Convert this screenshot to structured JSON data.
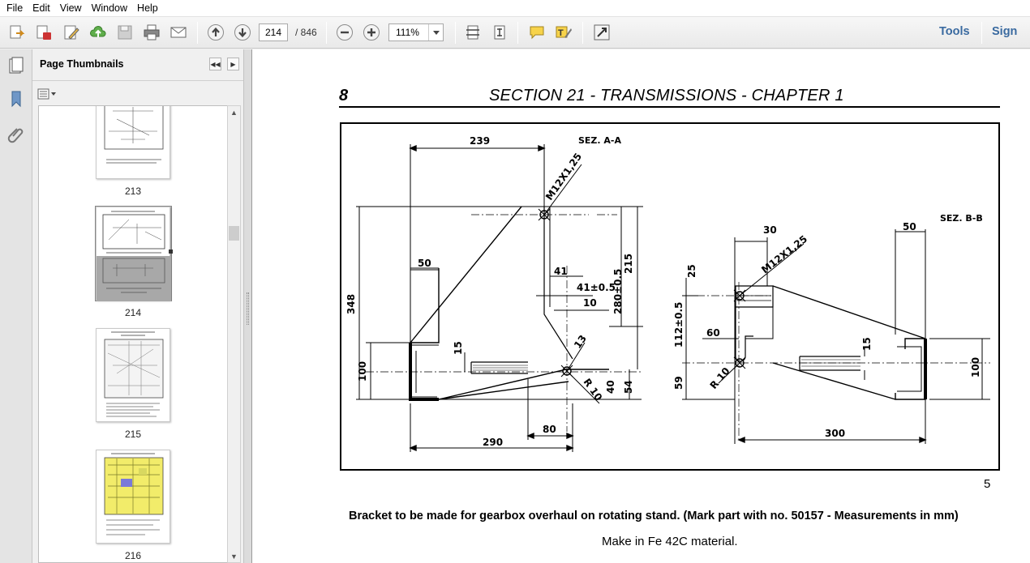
{
  "menu": [
    "File",
    "Edit",
    "View",
    "Window",
    "Help"
  ],
  "toolbar": {
    "page_current": "214",
    "page_total": "/ 846",
    "zoom": "111%",
    "tools_label": "Tools",
    "sign_label": "Sign"
  },
  "panel": {
    "title": "Page Thumbnails",
    "thumbnails": [
      {
        "label": "213"
      },
      {
        "label": "214",
        "selected": true
      },
      {
        "label": "215"
      },
      {
        "label": "216"
      }
    ]
  },
  "document": {
    "page_number": "8",
    "section_title": "SECTION 21 - TRANSMISSIONS - CHAPTER 1",
    "figure_number": "5",
    "caption": "Bracket to be made for gearbox overhaul on rotating stand. (Mark part with no. 50157 - Measurements in mm)",
    "material": "Make in Fe 42C material.",
    "drawing": {
      "left_view_title": "SEZ. A-A",
      "right_view_title": "SEZ. B-B",
      "left_dims": [
        "239",
        "M12X1,25",
        "348",
        "50",
        "41",
        "41±0.5",
        "10",
        "215",
        "280±0.5",
        "15",
        "13",
        "100",
        "R 10",
        "40",
        "54",
        "290",
        "80"
      ],
      "right_dims": [
        "30",
        "M12X1,25",
        "50",
        "25",
        "112±0.5",
        "60",
        "15",
        "59",
        "R 10",
        "100",
        "300"
      ]
    }
  }
}
